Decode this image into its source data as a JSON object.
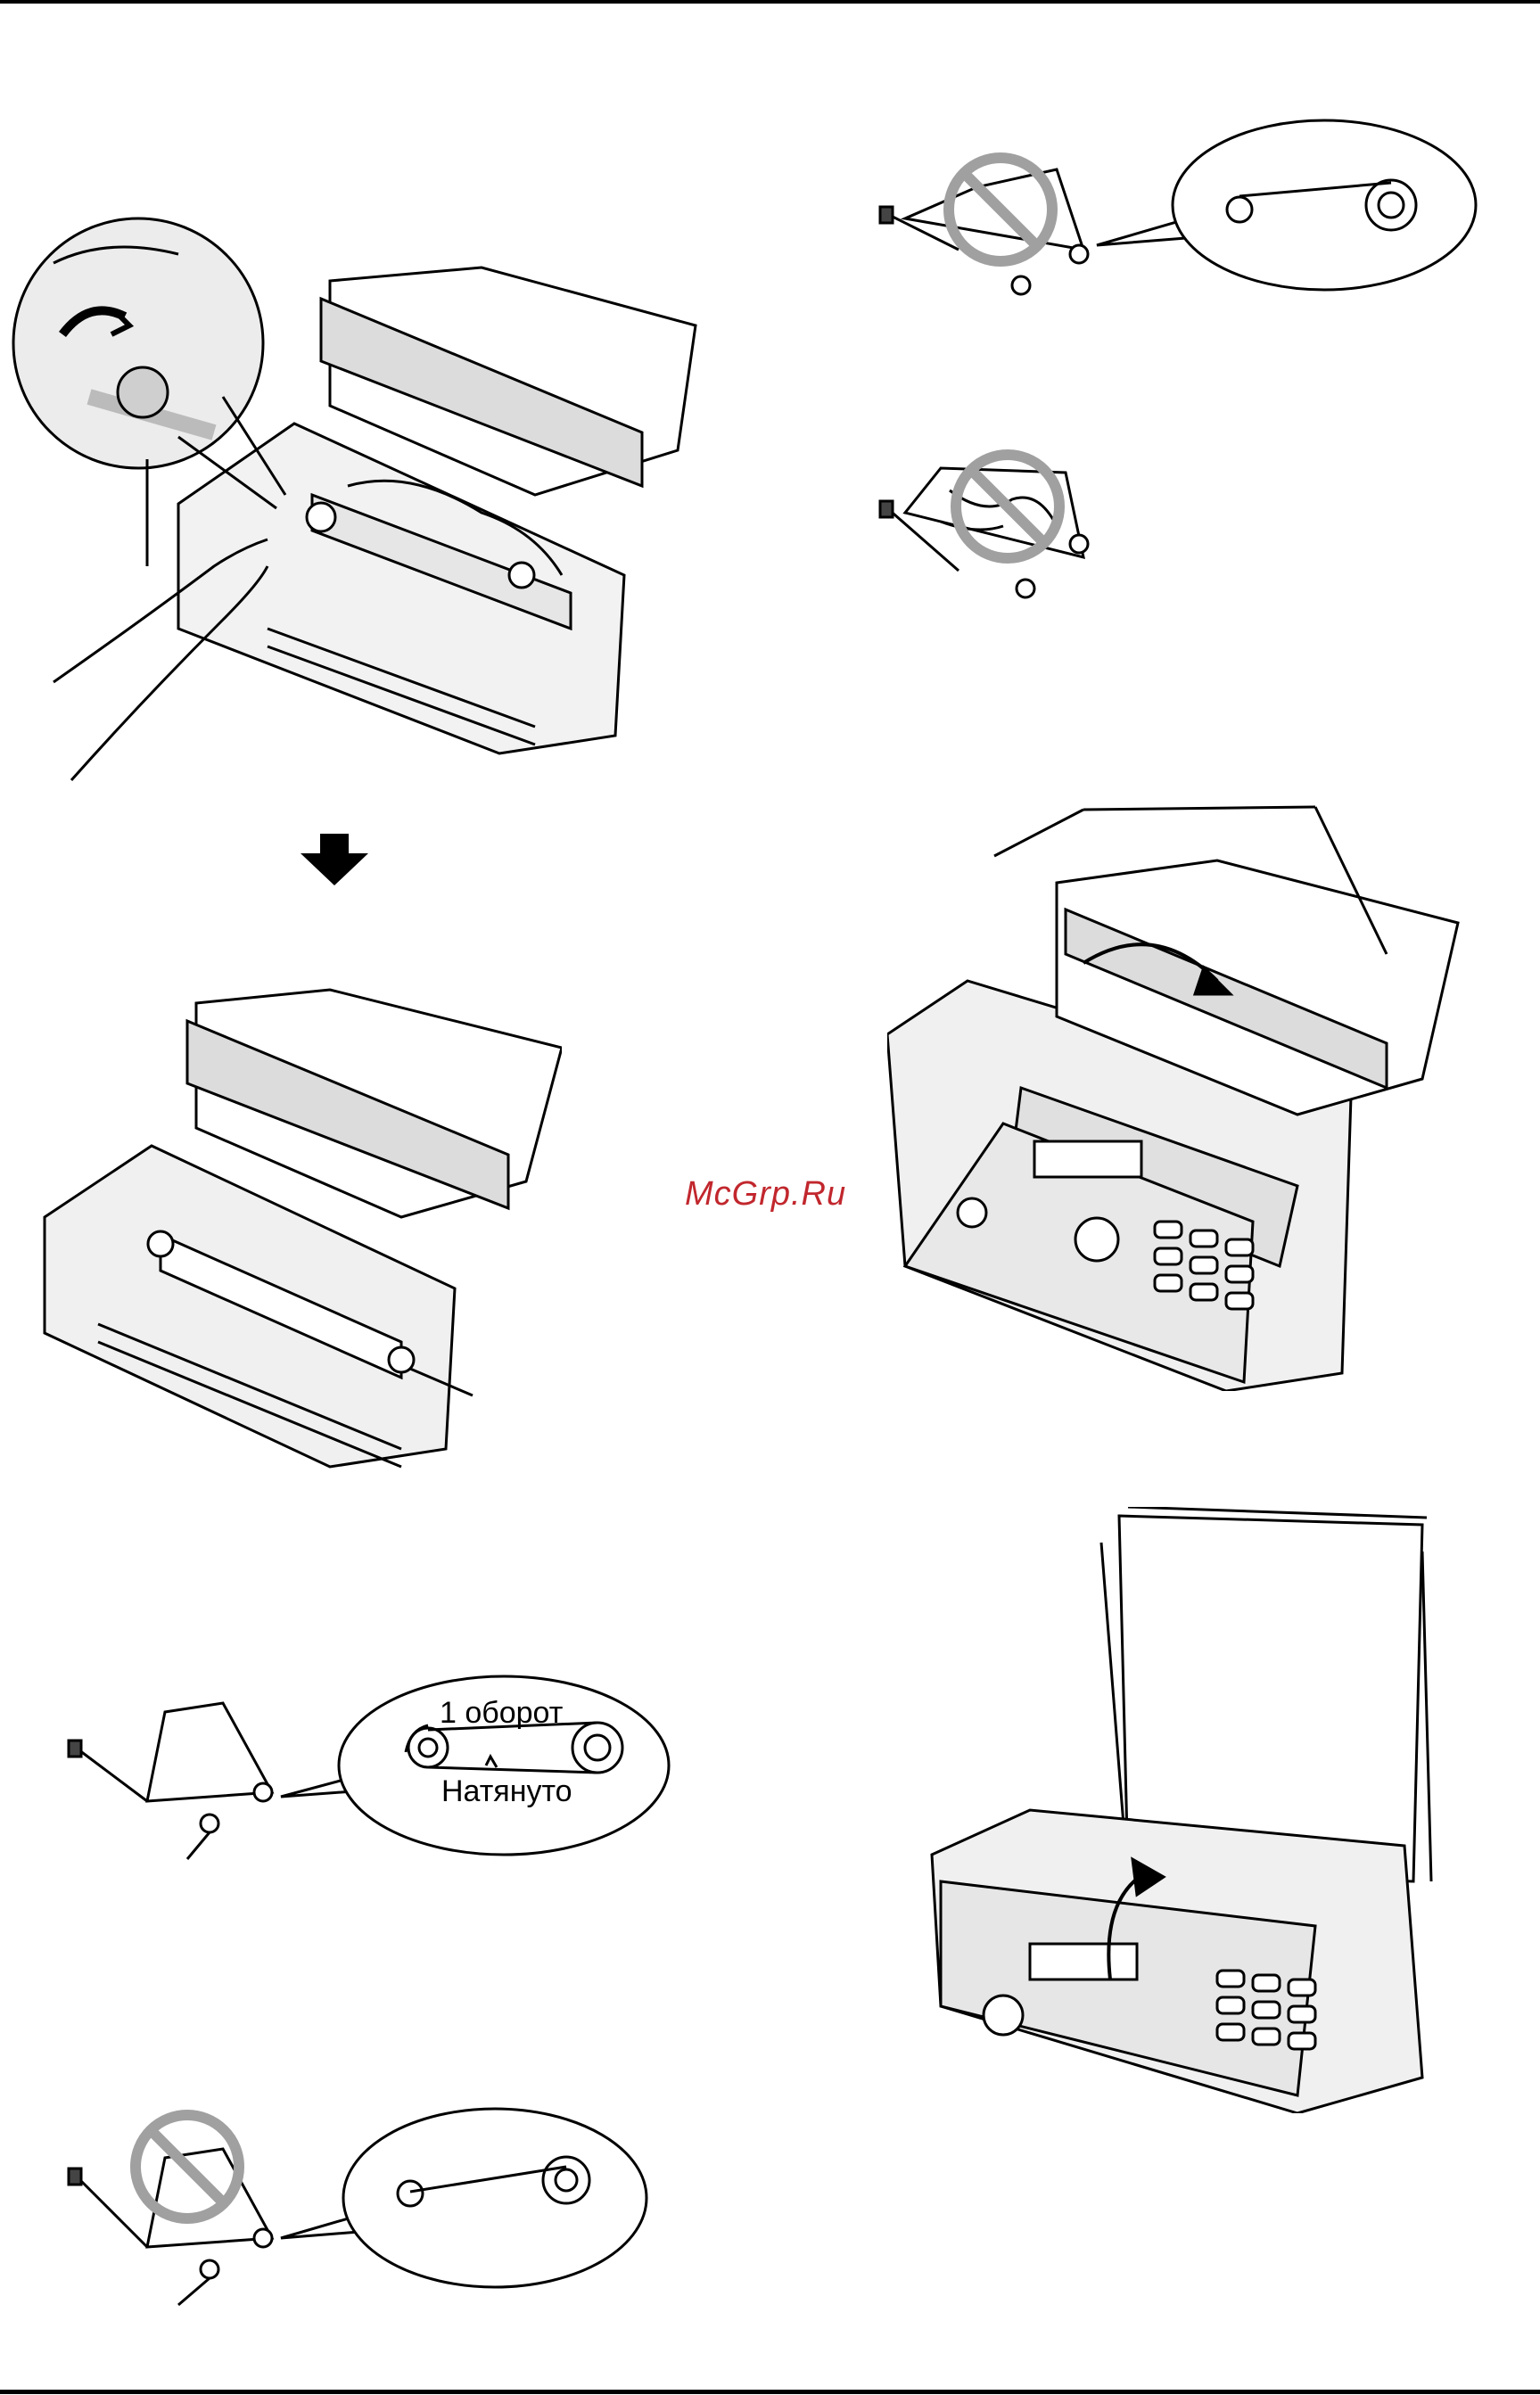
{
  "watermark": "McGrp.Ru",
  "figures": {
    "ribbon_tension": {
      "turn_label": "1 оборот",
      "tight_label": "Натянуто"
    }
  },
  "icons": {
    "step_arrow": "down-arrow-icon",
    "prohibited": "prohibited-icon"
  },
  "colors": {
    "line": "#000000",
    "prohibited_gray": "#a0a0a0",
    "watermark": "#c1272d"
  }
}
